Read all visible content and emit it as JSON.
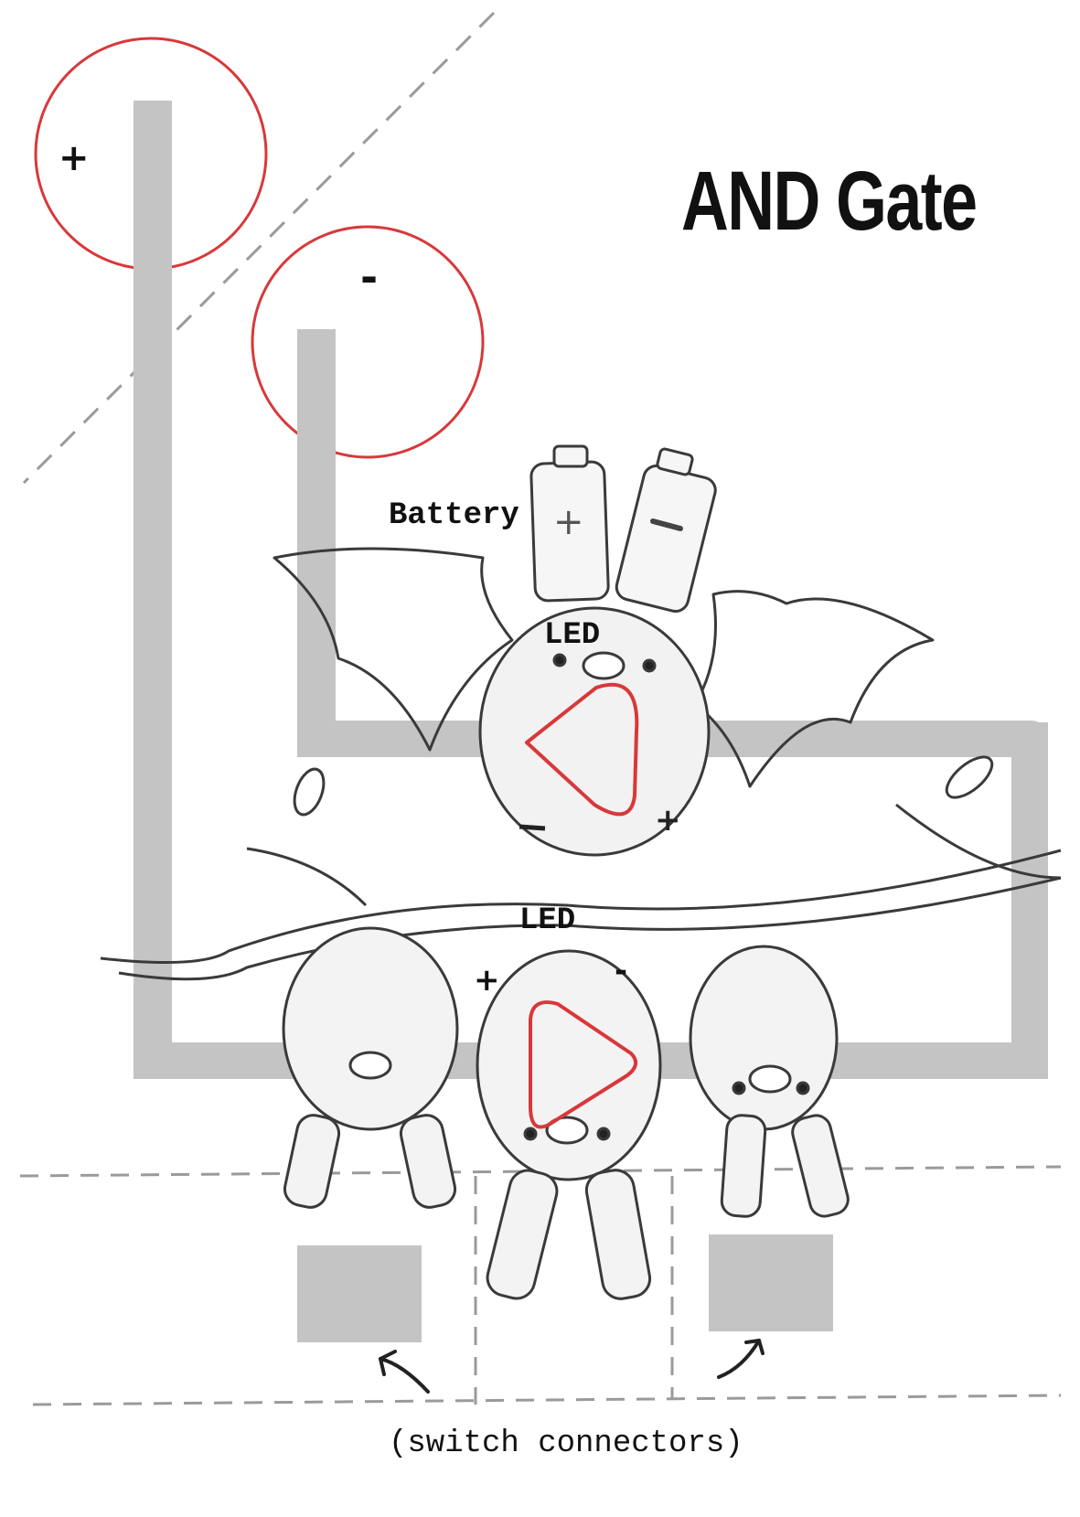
{
  "diagram": {
    "title": "AND Gate",
    "battery_label": "Battery",
    "led_label_top": "LED",
    "led_label_bottom": "LED",
    "caption": "(switch connectors)",
    "plus_sign": "+",
    "minus_sign": "-"
  },
  "colors": {
    "trace": "#c4c4c4",
    "circle": "#d8383a",
    "ink": "#3a3a3a",
    "dash": "#9a9a9a"
  }
}
